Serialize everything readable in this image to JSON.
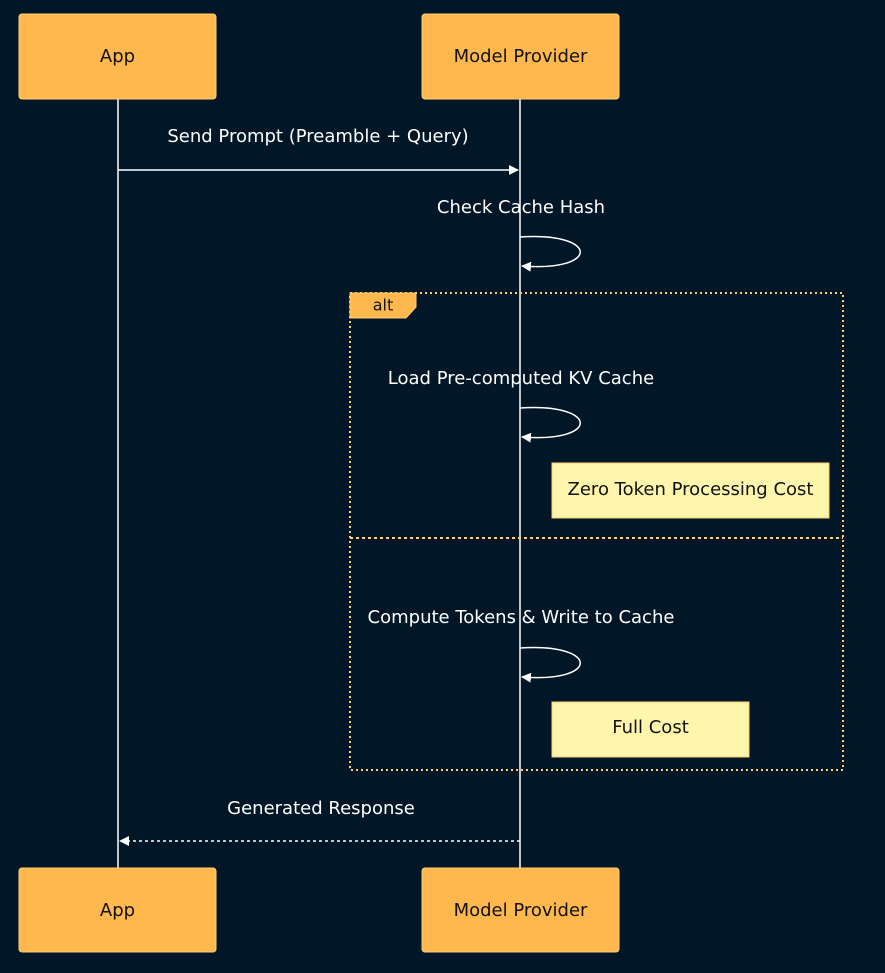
{
  "participants": {
    "app": "App",
    "provider": "Model Provider"
  },
  "messages": {
    "send_prompt": "Send Prompt (Preamble + Query)",
    "check_cache": "Check Cache Hash",
    "load_cache": "Load Pre-computed KV Cache",
    "compute_tokens": "Compute Tokens & Write to Cache",
    "generated_response": "Generated Response"
  },
  "alt_block": {
    "label": "alt"
  },
  "notes": {
    "zero_cost": "Zero Token Processing Cost",
    "full_cost": "Full Cost"
  },
  "colors": {
    "background": "#011627",
    "actor_fill": "#ffb84d",
    "note_fill": "#fff5ad",
    "line": "#ffffff",
    "alt_border": "#ffcf70"
  }
}
